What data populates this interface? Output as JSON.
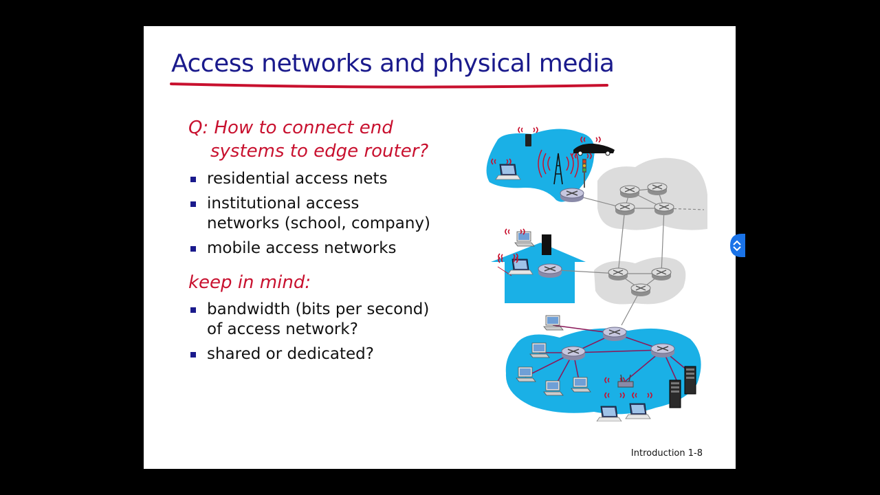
{
  "slide": {
    "title": "Access networks and physical media",
    "question_line1": "Q: How to connect end",
    "question_line2": "systems to edge router?",
    "bullets1": [
      "residential access nets",
      "institutional access",
      "networks (school, company)",
      "mobile access networks"
    ],
    "keep_in_mind": "keep in mind:",
    "bullets2": [
      "bandwidth (bits per second)",
      "of access network?",
      "shared or dedicated?"
    ],
    "footer": "Introduction 1-8"
  },
  "colors": {
    "title": "#1a1a8c",
    "accent": "#c8102e",
    "network_blue": "#1ab0e6",
    "bullet": "#1a1a8c"
  }
}
